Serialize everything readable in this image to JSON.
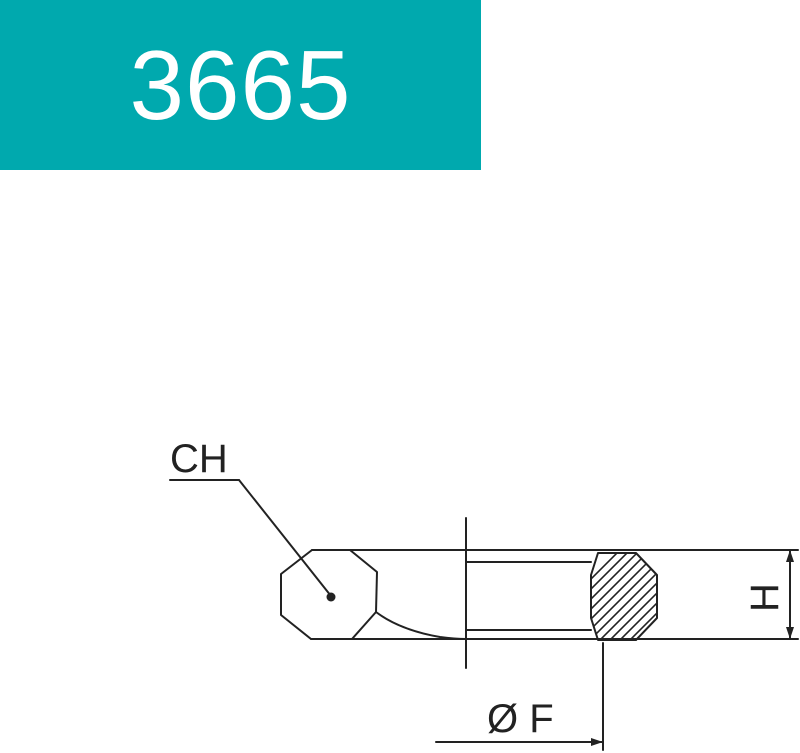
{
  "title": {
    "text": "3665",
    "background_color": "#00a9ae",
    "text_color": "#ffffff"
  },
  "drawing": {
    "line_color": "#222222",
    "labels": {
      "ch": "CH",
      "h": "H",
      "f": "Ø F"
    }
  }
}
